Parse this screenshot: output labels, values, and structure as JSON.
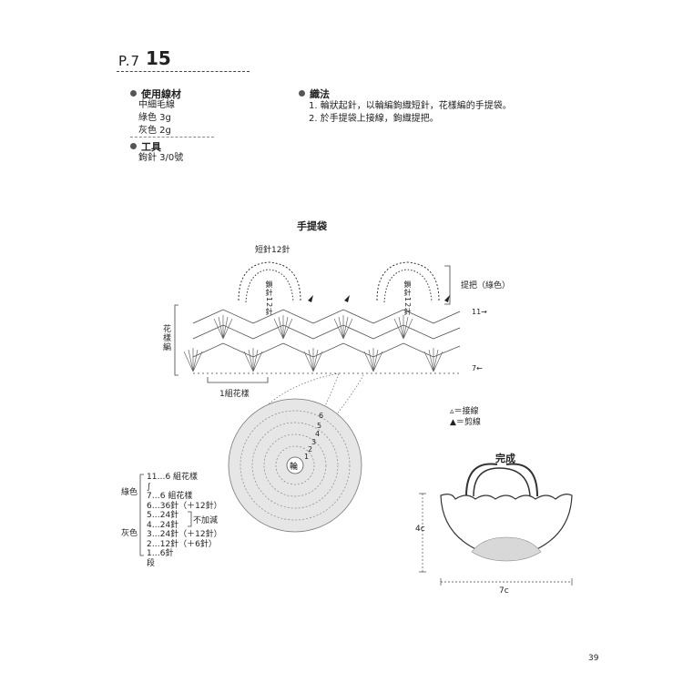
{
  "header": {
    "page_ref": "P.7",
    "item_number": "15"
  },
  "materials": {
    "heading": "使用線材",
    "lines": [
      "中細毛線",
      "綠色 3g",
      "灰色 2g"
    ]
  },
  "tools": {
    "heading": "工具",
    "lines": [
      "鉤針 3/0號"
    ]
  },
  "method": {
    "heading": "織法",
    "steps": [
      "1. 輪狀起針，以輪編鉤織短針，花樣編的手提袋。",
      "2. 於手提袋上接線，鉤織提把。"
    ]
  },
  "diagram": {
    "title": "手提袋",
    "label_top": "短針12針",
    "label_handle_vertical": "鎖針12針",
    "label_handle_side": "提把（綠色）",
    "label_pattern_side": "花樣編",
    "label_one_motif": "1組花樣",
    "row_marker_11": "11→",
    "row_marker_7": "7←",
    "base_center": "輪",
    "base_row_numbers": [
      "6",
      "5",
      "4",
      "3",
      "2",
      "1"
    ]
  },
  "legend": {
    "join": "＝接線",
    "cut": "＝剪線"
  },
  "rows_table": {
    "green_label": "綠色",
    "gray_label": "灰色",
    "rows": [
      "11…6 組花樣",
      "∫",
      "7…6 組花樣",
      "6…36針（＋12針）",
      "5…24針",
      "4…24針",
      "3…24針（＋12針）",
      "2…12針（＋6針）",
      "1…6針"
    ],
    "no_increase": "不加減",
    "footer": "段"
  },
  "finished": {
    "title": "完成",
    "height": "4c",
    "width": "7c"
  },
  "page_number": "39"
}
